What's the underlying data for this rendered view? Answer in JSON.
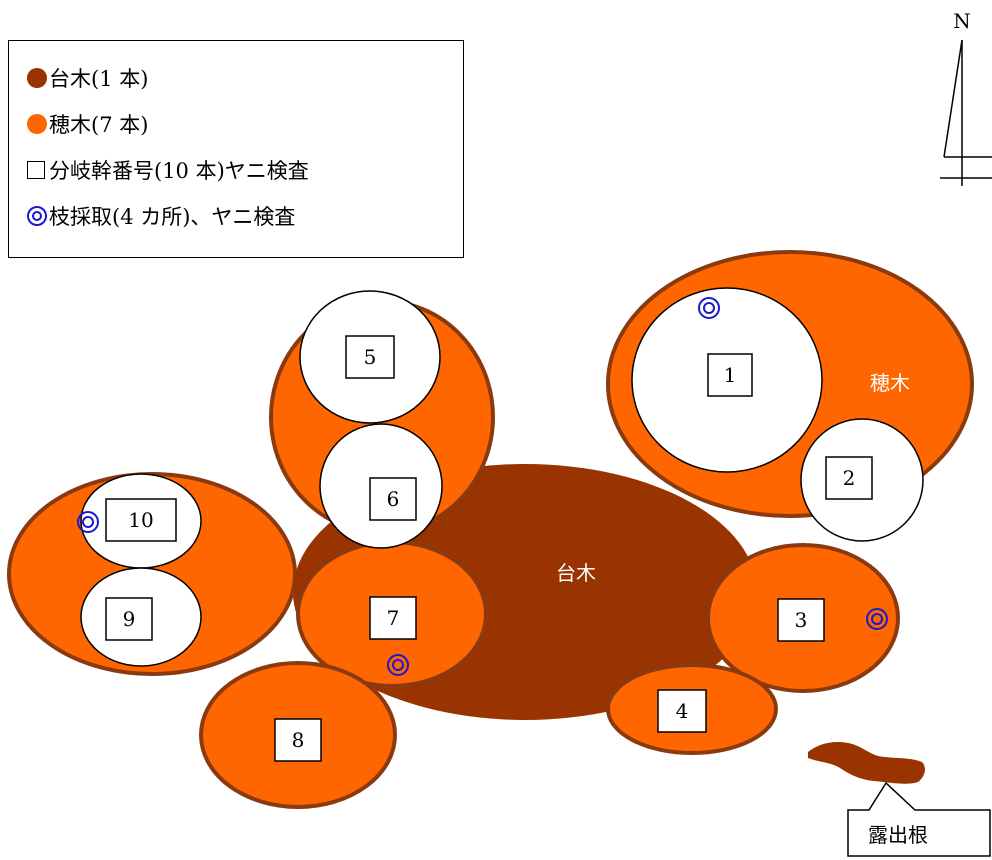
{
  "legend": {
    "items": [
      {
        "symbol": "filled-circle",
        "color": "#993300",
        "label": "台木(1 本)"
      },
      {
        "symbol": "filled-circle",
        "color": "#ff6600",
        "label": "穂木(7 本)"
      },
      {
        "symbol": "square",
        "color": "#000000",
        "label": "分岐幹番号(10 本)ヤニ検査"
      },
      {
        "symbol": "double-circle",
        "color": "#1a1acc",
        "label": "枝採取(4 カ所)、ヤニ検査"
      }
    ]
  },
  "north_label": "N",
  "colors": {
    "rootstock": "#993300",
    "scion": "#ff6600",
    "scion_outline": "#8b3a10",
    "sample_mark": "#1a1acc"
  },
  "labels": {
    "rootstock": "台木",
    "scion": "穂木",
    "exposed_root": "露出根"
  },
  "trunks": [
    "1",
    "2",
    "3",
    "4",
    "5",
    "6",
    "7",
    "8",
    "9",
    "10"
  ]
}
